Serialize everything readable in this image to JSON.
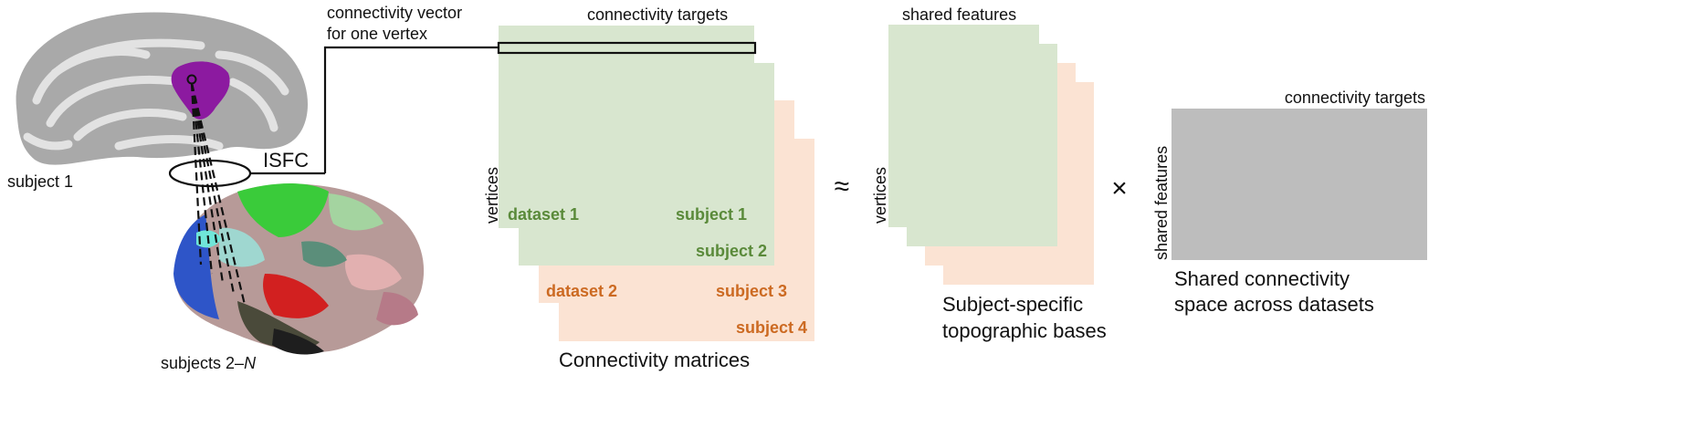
{
  "colors": {
    "green_matrix": "#d8e6cf",
    "orange_matrix": "#fbe3d3",
    "gray_matrix": "#bdbdbd",
    "green_text": "#5a8a3a",
    "orange_text": "#cc6a22",
    "purple_roi": "#8c1aa0"
  },
  "brain": {
    "subject1_label": "subject 1",
    "subjects_prefix": "subjects 2–",
    "subjects_italic": "N",
    "isfc_label": "ISFC"
  },
  "vector": {
    "line1": "connectivity vector",
    "line2": "for one vertex"
  },
  "connectivity": {
    "targets_label": "connectivity targets",
    "rows_label": "vertices",
    "dataset1": "dataset 1",
    "dataset2": "dataset 2",
    "subject1": "subject 1",
    "subject2": "subject 2",
    "subject3": "subject 3",
    "subject4": "subject 4",
    "caption": "Connectivity matrices"
  },
  "approx_symbol": "≈",
  "bases": {
    "top_label": "shared features",
    "rows_label": "vertices",
    "caption_line1": "Subject-specific",
    "caption_line2": "topographic bases"
  },
  "times_symbol": "×",
  "shared": {
    "top_label": "connectivity targets",
    "side_label": "shared features",
    "caption_line1": "Shared connectivity",
    "caption_line2": "space across datasets"
  }
}
